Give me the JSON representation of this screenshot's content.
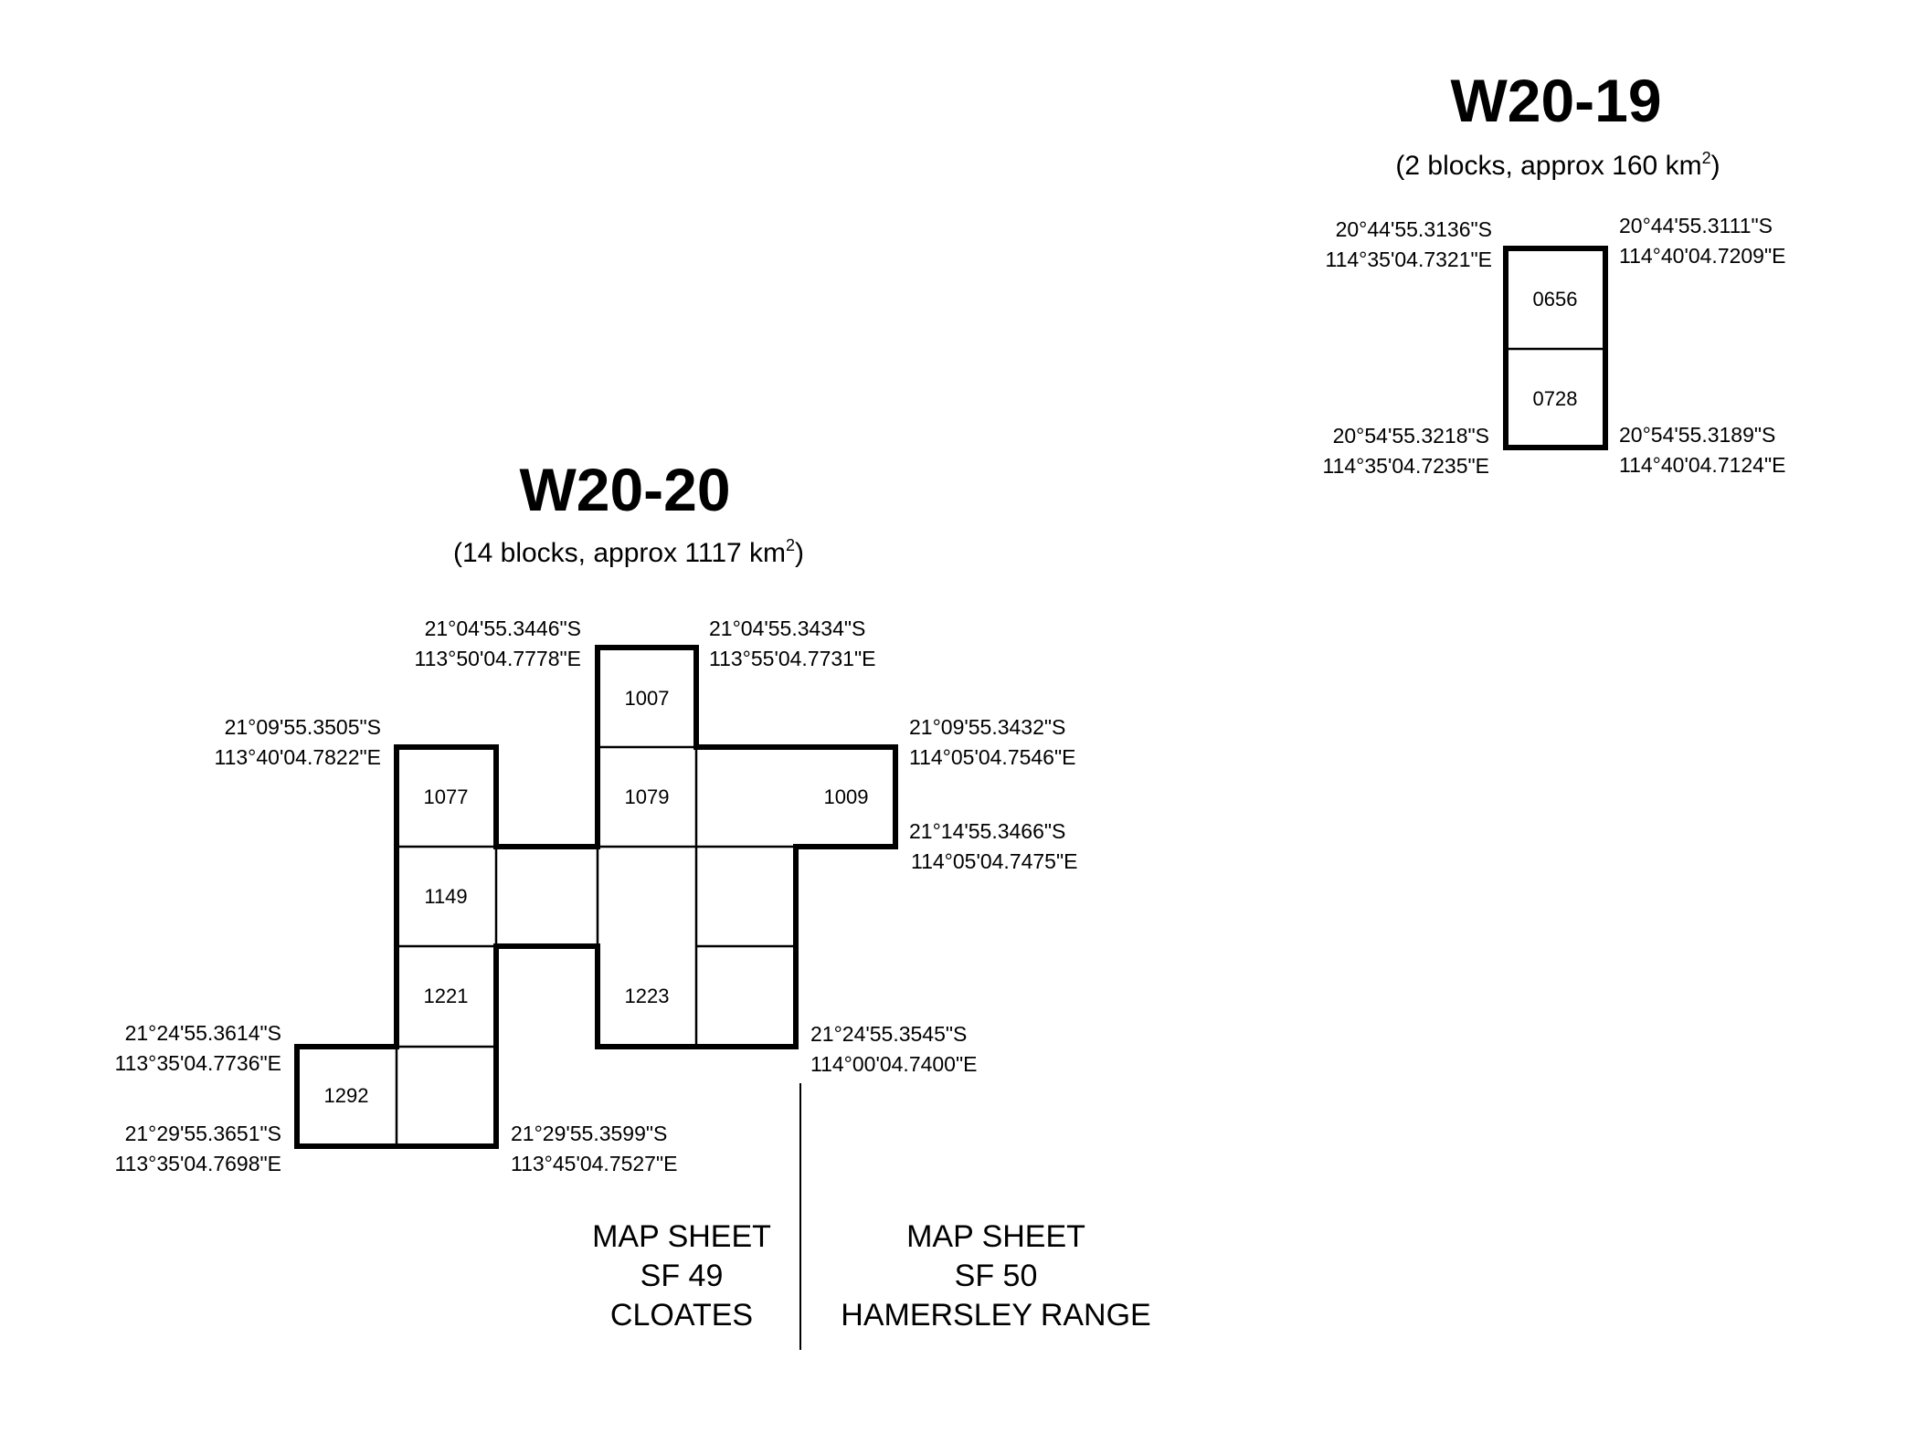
{
  "areas": [
    {
      "id": "W20-19",
      "title": "W20-19",
      "subtitle_prefix": "(2 blocks, approx 160 km",
      "subtitle_sup": "2",
      "subtitle_suffix": ")",
      "block_labels": [
        "0656",
        "0728"
      ],
      "corners": [
        {
          "lat": "20°44'55.3136\"S",
          "lon": "114°35'04.7321\"E"
        },
        {
          "lat": "20°44'55.3111\"S",
          "lon": "114°40'04.7209\"E"
        },
        {
          "lat": "20°54'55.3218\"S",
          "lon": "114°35'04.7235\"E"
        },
        {
          "lat": "20°54'55.3189\"S",
          "lon": "114°40'04.7124\"E"
        }
      ]
    },
    {
      "id": "W20-20",
      "title": "W20-20",
      "subtitle_prefix": "(14 blocks, approx 1117 km",
      "subtitle_sup": "2",
      "subtitle_suffix": ")",
      "block_labels": [
        "1007",
        "1077",
        "1079",
        "1009",
        "1149",
        "1221",
        "1223",
        "1292"
      ],
      "corners": [
        {
          "lat": "21°04'55.3446\"S",
          "lon": "113°50'04.7778\"E"
        },
        {
          "lat": "21°04'55.3434\"S",
          "lon": "113°55'04.7731\"E"
        },
        {
          "lat": "21°09'55.3505\"S",
          "lon": "113°40'04.7822\"E"
        },
        {
          "lat": "21°09'55.3432\"S",
          "lon": "114°05'04.7546\"E"
        },
        {
          "lat": "21°14'55.3466\"S",
          "lon": "114°05'04.7475\"E"
        },
        {
          "lat": "21°24'55.3614\"S",
          "lon": "113°35'04.7736\"E"
        },
        {
          "lat": "21°24'55.3545\"S",
          "lon": "114°00'04.7400\"E"
        },
        {
          "lat": "21°29'55.3651\"S",
          "lon": "113°35'04.7698\"E"
        },
        {
          "lat": "21°29'55.3599\"S",
          "lon": "113°45'04.7527\"E"
        }
      ]
    }
  ],
  "map_sheets": [
    {
      "line1": "MAP SHEET",
      "line2": "SF 49",
      "line3": "CLOATES"
    },
    {
      "line1": "MAP SHEET",
      "line2": "SF 50",
      "line3": "HAMERSLEY RANGE"
    }
  ]
}
